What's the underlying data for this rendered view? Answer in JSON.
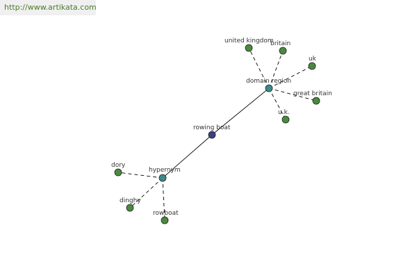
{
  "header": {
    "url_text": "http://www.artikata.com"
  },
  "colors": {
    "center": "#3a3f86",
    "hub": "#3b8a8c",
    "leaf": "#4a8a3e",
    "edge": "#000000",
    "url": "#4a7a2a"
  },
  "graph": {
    "center": {
      "id": "rowing-boat",
      "label": "rowing boat"
    },
    "hubs": [
      {
        "id": "domain-region",
        "label": "domain region"
      },
      {
        "id": "hypernym",
        "label": "hypernym"
      }
    ],
    "leaves": [
      {
        "id": "united-kingdom",
        "label": "united kingdom",
        "hub": "domain-region"
      },
      {
        "id": "britain",
        "label": "britain",
        "hub": "domain-region"
      },
      {
        "id": "uk",
        "label": "uk",
        "hub": "domain-region"
      },
      {
        "id": "great-britain",
        "label": "great britain",
        "hub": "domain-region"
      },
      {
        "id": "u-k",
        "label": "u.k.",
        "hub": "domain-region"
      },
      {
        "id": "dory",
        "label": "dory",
        "hub": "hypernym"
      },
      {
        "id": "dinghy",
        "label": "dinghy",
        "hub": "hypernym"
      },
      {
        "id": "rowboat",
        "label": "rowboat",
        "hub": "hypernym"
      }
    ]
  }
}
